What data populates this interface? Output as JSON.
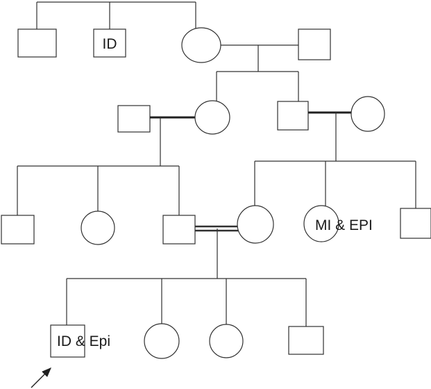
{
  "colors": {
    "affected": "#e8383d",
    "unaffected": "#ffffff",
    "line": "#303030"
  },
  "labels": {
    "gen1_affected_male": "ID",
    "gen3_affected_female": "MI & EPI",
    "proband": "ID & Epi"
  },
  "individuals": [
    {
      "id": "g1-m1",
      "sex": "male",
      "affected": false
    },
    {
      "id": "g1-m2",
      "sex": "male",
      "affected": true,
      "label_key": "gen1_affected_male"
    },
    {
      "id": "g1-f1",
      "sex": "female",
      "affected": false
    },
    {
      "id": "g1-m3",
      "sex": "male",
      "affected": false
    },
    {
      "id": "g2-m1",
      "sex": "male",
      "affected": false
    },
    {
      "id": "g2-f1",
      "sex": "female",
      "affected": false
    },
    {
      "id": "g2-m2",
      "sex": "male",
      "affected": false
    },
    {
      "id": "g2-f2",
      "sex": "female",
      "affected": false
    },
    {
      "id": "g3-m1",
      "sex": "male",
      "affected": false
    },
    {
      "id": "g3-f1",
      "sex": "female",
      "affected": false
    },
    {
      "id": "g3-m2",
      "sex": "male",
      "affected": false
    },
    {
      "id": "g3-f2",
      "sex": "female",
      "affected": false
    },
    {
      "id": "g3-f3",
      "sex": "female",
      "affected": true,
      "label_key": "gen3_affected_female"
    },
    {
      "id": "g3-m3",
      "sex": "male",
      "affected": false
    },
    {
      "id": "g4-m1",
      "sex": "male",
      "affected": true,
      "proband": true,
      "label_key": "proband"
    },
    {
      "id": "g4-f1",
      "sex": "female",
      "affected": false
    },
    {
      "id": "g4-f2",
      "sex": "female",
      "affected": false
    },
    {
      "id": "g4-m2",
      "sex": "male",
      "affected": false
    }
  ],
  "relationships": [
    {
      "type": "marriage",
      "partners": [
        "g1-f1",
        "g1-m3"
      ]
    },
    {
      "type": "marriage",
      "partners": [
        "g2-m1",
        "g2-f1"
      ],
      "style": "thick"
    },
    {
      "type": "marriage",
      "partners": [
        "g2-m2",
        "g2-f2"
      ],
      "style": "thick"
    },
    {
      "type": "consanguineous-marriage",
      "partners": [
        "g3-m2",
        "g3-f2"
      ]
    }
  ]
}
